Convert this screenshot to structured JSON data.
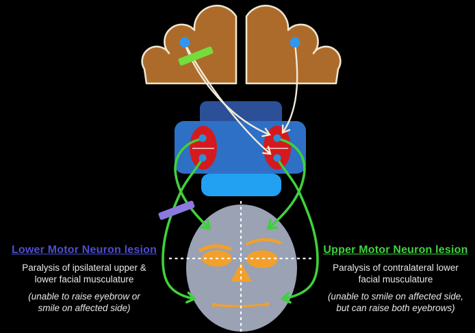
{
  "left_annotation": {
    "title": "Lower Motor Neuron lesion",
    "body_line1": "Paralysis of ipsilateral upper &",
    "body_line2": "lower facial musculature",
    "note_line1": "(unable to raise eyebrow or",
    "note_line2": "smile on affected side)"
  },
  "right_annotation": {
    "title": "Upper Motor Neuron lesion",
    "body_line1": "Paralysis of contralateral lower",
    "body_line2": "facial musculature",
    "note_line1": "(unable to smile on affected side,",
    "note_line2": "but can raise both eyebrows)"
  },
  "colors": {
    "background": "#000000",
    "brain_fill": "#ad6b2b",
    "brain_outline": "#efe6cf",
    "cortical_dot_blue": "#2f97ef",
    "brainstem_upper_blue": "#2b5098",
    "pons_blue": "#2e70c5",
    "brainstem_lower_blue": "#22a0f2",
    "facial_nucleus_red": "#d41a1e",
    "nucleus_divider_pink": "#eda7a7",
    "corticobulbar_tract_white": "#f2ecd9",
    "facial_nerve_green": "#3fd13b",
    "umn_lesion_bar_green": "#74dc3c",
    "lmn_lesion_bar_purple": "#8a7ae0",
    "face_gray": "#9aa2b4",
    "face_features_orange": "#f2a02c",
    "midline_dashes_white": "#ffffff",
    "lmn_title_color": "#4d4dd2",
    "umn_title_color": "#3ed43e"
  }
}
